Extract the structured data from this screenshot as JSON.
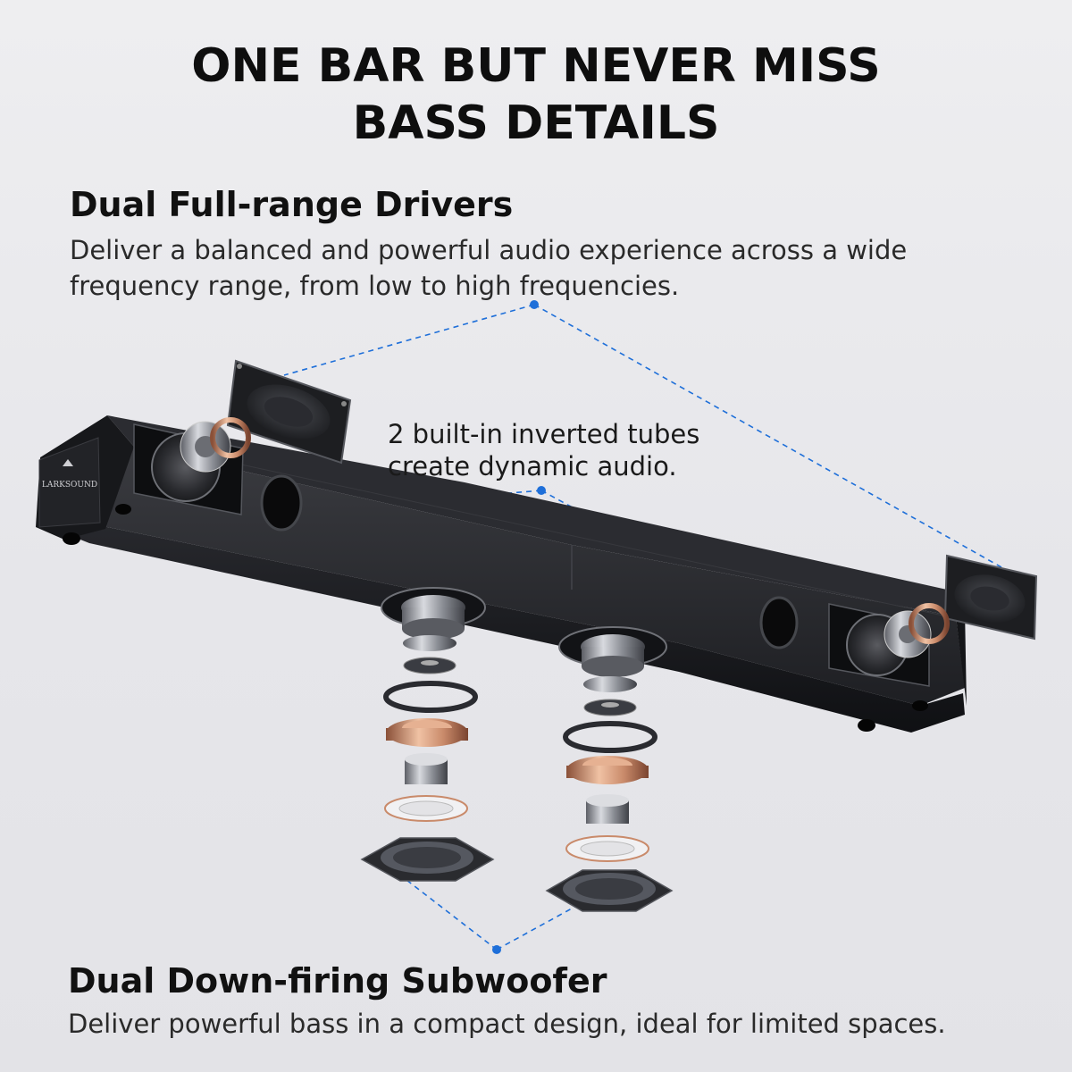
{
  "headline": {
    "line1": "ONE BAR BUT NEVER MISS",
    "line2": "BASS DETAILS"
  },
  "feature_drivers": {
    "title": "Dual Full-range Drivers",
    "description": "Deliver a balanced and powerful audio experience across a wide frequency range, from low to high frequencies."
  },
  "feature_tubes": {
    "line1": "2 built-in inverted tubes",
    "line2": "create dynamic audio."
  },
  "feature_subwoofer": {
    "title": "Dual Down-firing Subwoofer",
    "description": "Deliver powerful bass in a compact design, ideal for limited spaces."
  },
  "product": {
    "logo_text": "LARKSOUND"
  },
  "colors": {
    "background": "#e8e8ec",
    "headline": "#0e0e0e",
    "callout_line": "#1e6fd9",
    "speaker_body": "#1b1c1f",
    "copper": "#c98a6a"
  }
}
